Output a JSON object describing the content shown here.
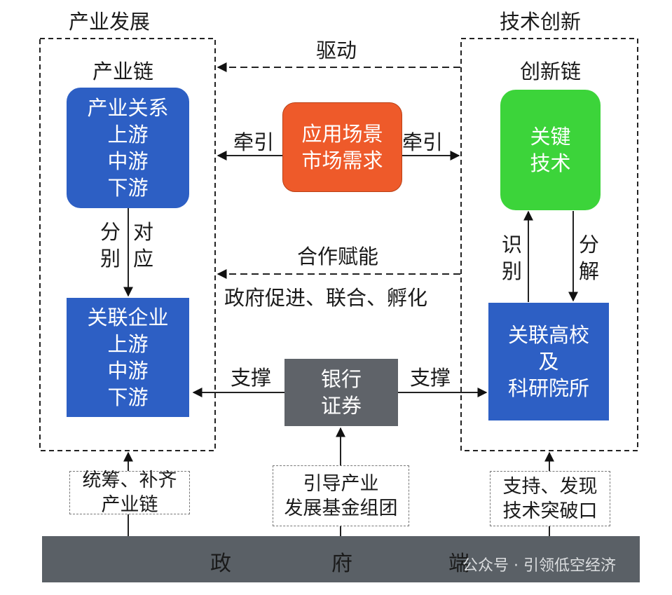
{
  "sections": {
    "industry_title": "产业发展",
    "tech_title": "技术创新",
    "industry_chain": "产业链",
    "innovation_chain": "创新链"
  },
  "boxes": {
    "industry_relation": [
      "产业关系",
      "上游",
      "中游",
      "下游"
    ],
    "related_enterprise": [
      "关联企业",
      "上游",
      "中游",
      "下游"
    ],
    "application": [
      "应用场景",
      "市场需求"
    ],
    "key_tech": [
      "关键",
      "技术"
    ],
    "universities": [
      "关联高校",
      "及",
      "科研院所"
    ],
    "bank": [
      "银行",
      "证券"
    ]
  },
  "arrows": {
    "drive": "驱动",
    "pull_left": "牵引",
    "pull_right": "牵引",
    "coop": "合作赋能",
    "gov_promote": "政府促进、联合、孵化",
    "support_left": "支撑",
    "support_right": "支撑",
    "respective_col1": [
      "分",
      "别"
    ],
    "respective_col2": [
      "对",
      "应"
    ],
    "identify": [
      "识",
      "别"
    ],
    "decompose": [
      "分",
      "解"
    ]
  },
  "notes": {
    "coordinate": [
      "统筹、补齐",
      "产业链"
    ],
    "guide_fund": [
      "引导产业",
      "发展基金组团"
    ],
    "support_tech": [
      "支持、发现",
      "技术突破口"
    ]
  },
  "government": [
    "政",
    "府",
    "端"
  ],
  "watermark": "公众号 · 引领低空经济",
  "colors": {
    "blue": "#2d5fc4",
    "orange": "#ee5a2a",
    "green": "#3cd43a",
    "gray": "#5f6369",
    "gov_bar": "#5a6066"
  }
}
